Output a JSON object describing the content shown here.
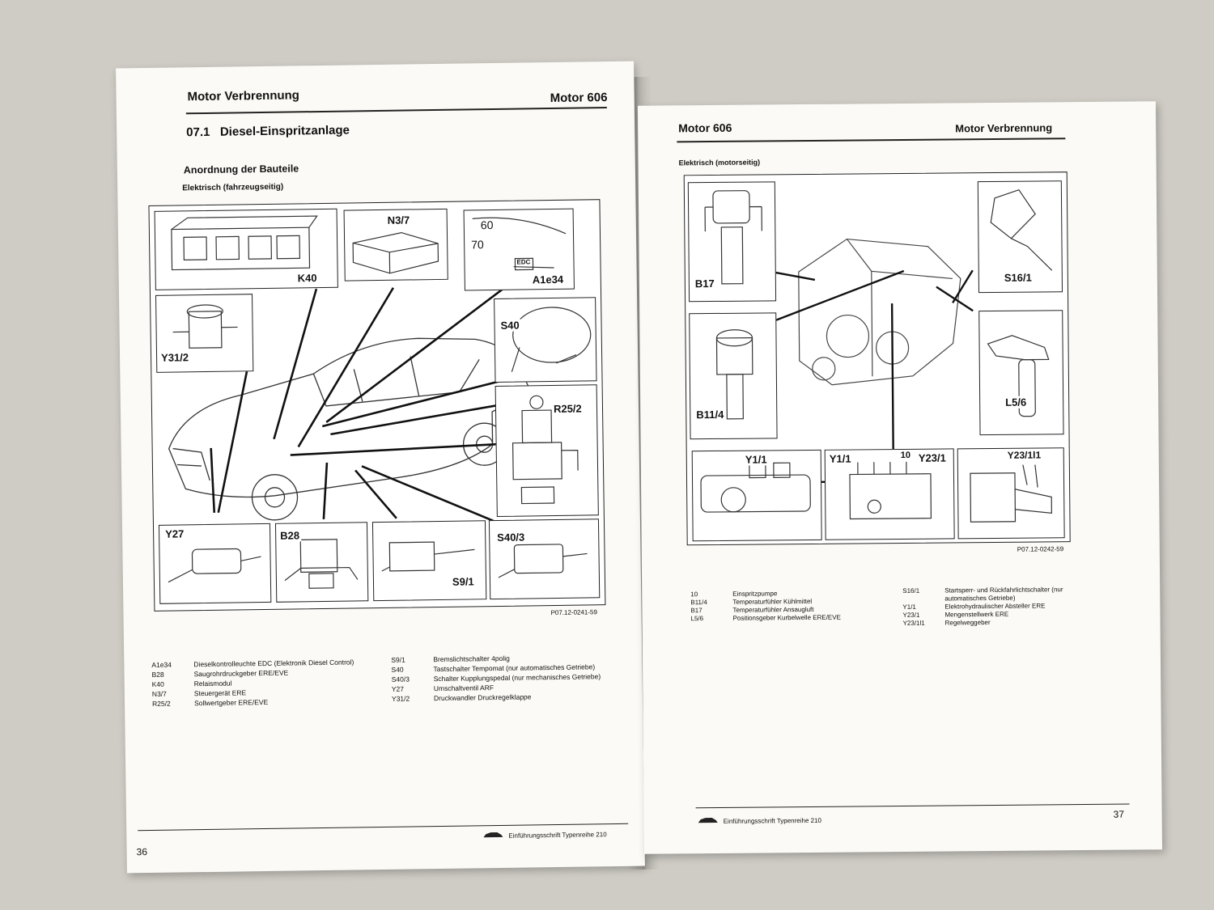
{
  "left_page": {
    "header_left": "Motor Verbrennung",
    "header_right": "Motor 606",
    "section_number": "07.1",
    "section_title": "Diesel-Einspritzanlage",
    "subheading": "Anordnung der Bauteile",
    "caption": "Elektrisch (fahrzeugseitig)",
    "figure_labels": [
      "K40",
      "N3/7",
      "A1e34",
      "Y31/2",
      "S40",
      "R25/2",
      "Y27",
      "B28",
      "S9/1",
      "S40/3"
    ],
    "gauge_numbers": [
      "60",
      "70"
    ],
    "gauge_text": "EDC",
    "figure_id": "P07.12-0241-59",
    "legend_left": [
      {
        "code": "A1e34",
        "desc": "Dieselkontrolleuchte EDC (Elektronik Diesel Control)"
      },
      {
        "code": "B28",
        "desc": "Saugrohrdruckgeber ERE/EVE"
      },
      {
        "code": "K40",
        "desc": "Relaismodul"
      },
      {
        "code": "N3/7",
        "desc": "Steuergerät ERE"
      },
      {
        "code": "R25/2",
        "desc": "Sollwertgeber ERE/EVE"
      }
    ],
    "legend_right": [
      {
        "code": "S9/1",
        "desc": "Bremslichtschalter 4polig"
      },
      {
        "code": "S40",
        "desc": "Tastschalter Tempomat (nur automatisches Getriebe)"
      },
      {
        "code": "S40/3",
        "desc": "Schalter Kupplungspedal (nur mechanisches Getriebe)"
      },
      {
        "code": "Y27",
        "desc": "Umschaltventil ARF"
      },
      {
        "code": "Y31/2",
        "desc": "Druckwandler Druckregelklappe"
      }
    ],
    "page_number": "36",
    "footer_text": "Einführungsschrift Typenreihe 210"
  },
  "right_page": {
    "header_left": "Motor 606",
    "header_right": "Motor Verbrennung",
    "caption": "Elektrisch (motorseitig)",
    "figure_labels": [
      "B17",
      "S16/1",
      "B11/4",
      "L5/6",
      "Y1/1",
      "Y1/1",
      "10",
      "Y23/1",
      "Y23/1l1"
    ],
    "figure_id": "P07.12-0242-59",
    "legend_left": [
      {
        "code": "10",
        "desc": "Einspritzpumpe"
      },
      {
        "code": "B11/4",
        "desc": "Temperaturfühler Kühlmittel"
      },
      {
        "code": "B17",
        "desc": "Temperaturfühler Ansaugluft"
      },
      {
        "code": "L5/6",
        "desc": "Positionsgeber Kurbelwelle ERE/EVE"
      }
    ],
    "legend_right": [
      {
        "code": "S16/1",
        "desc": "Startsperr- und Rückfahrlichtschalter (nur automatisches Getriebe)"
      },
      {
        "code": "Y1/1",
        "desc": "Elektrohydraulischer Absteller ERE"
      },
      {
        "code": "Y23/1",
        "desc": "Mengenstellwerk ERE"
      },
      {
        "code": "Y23/1l1",
        "desc": "Regelweggeber"
      }
    ],
    "page_number": "37",
    "footer_text": "Einführungsschrift Typenreihe 210"
  }
}
